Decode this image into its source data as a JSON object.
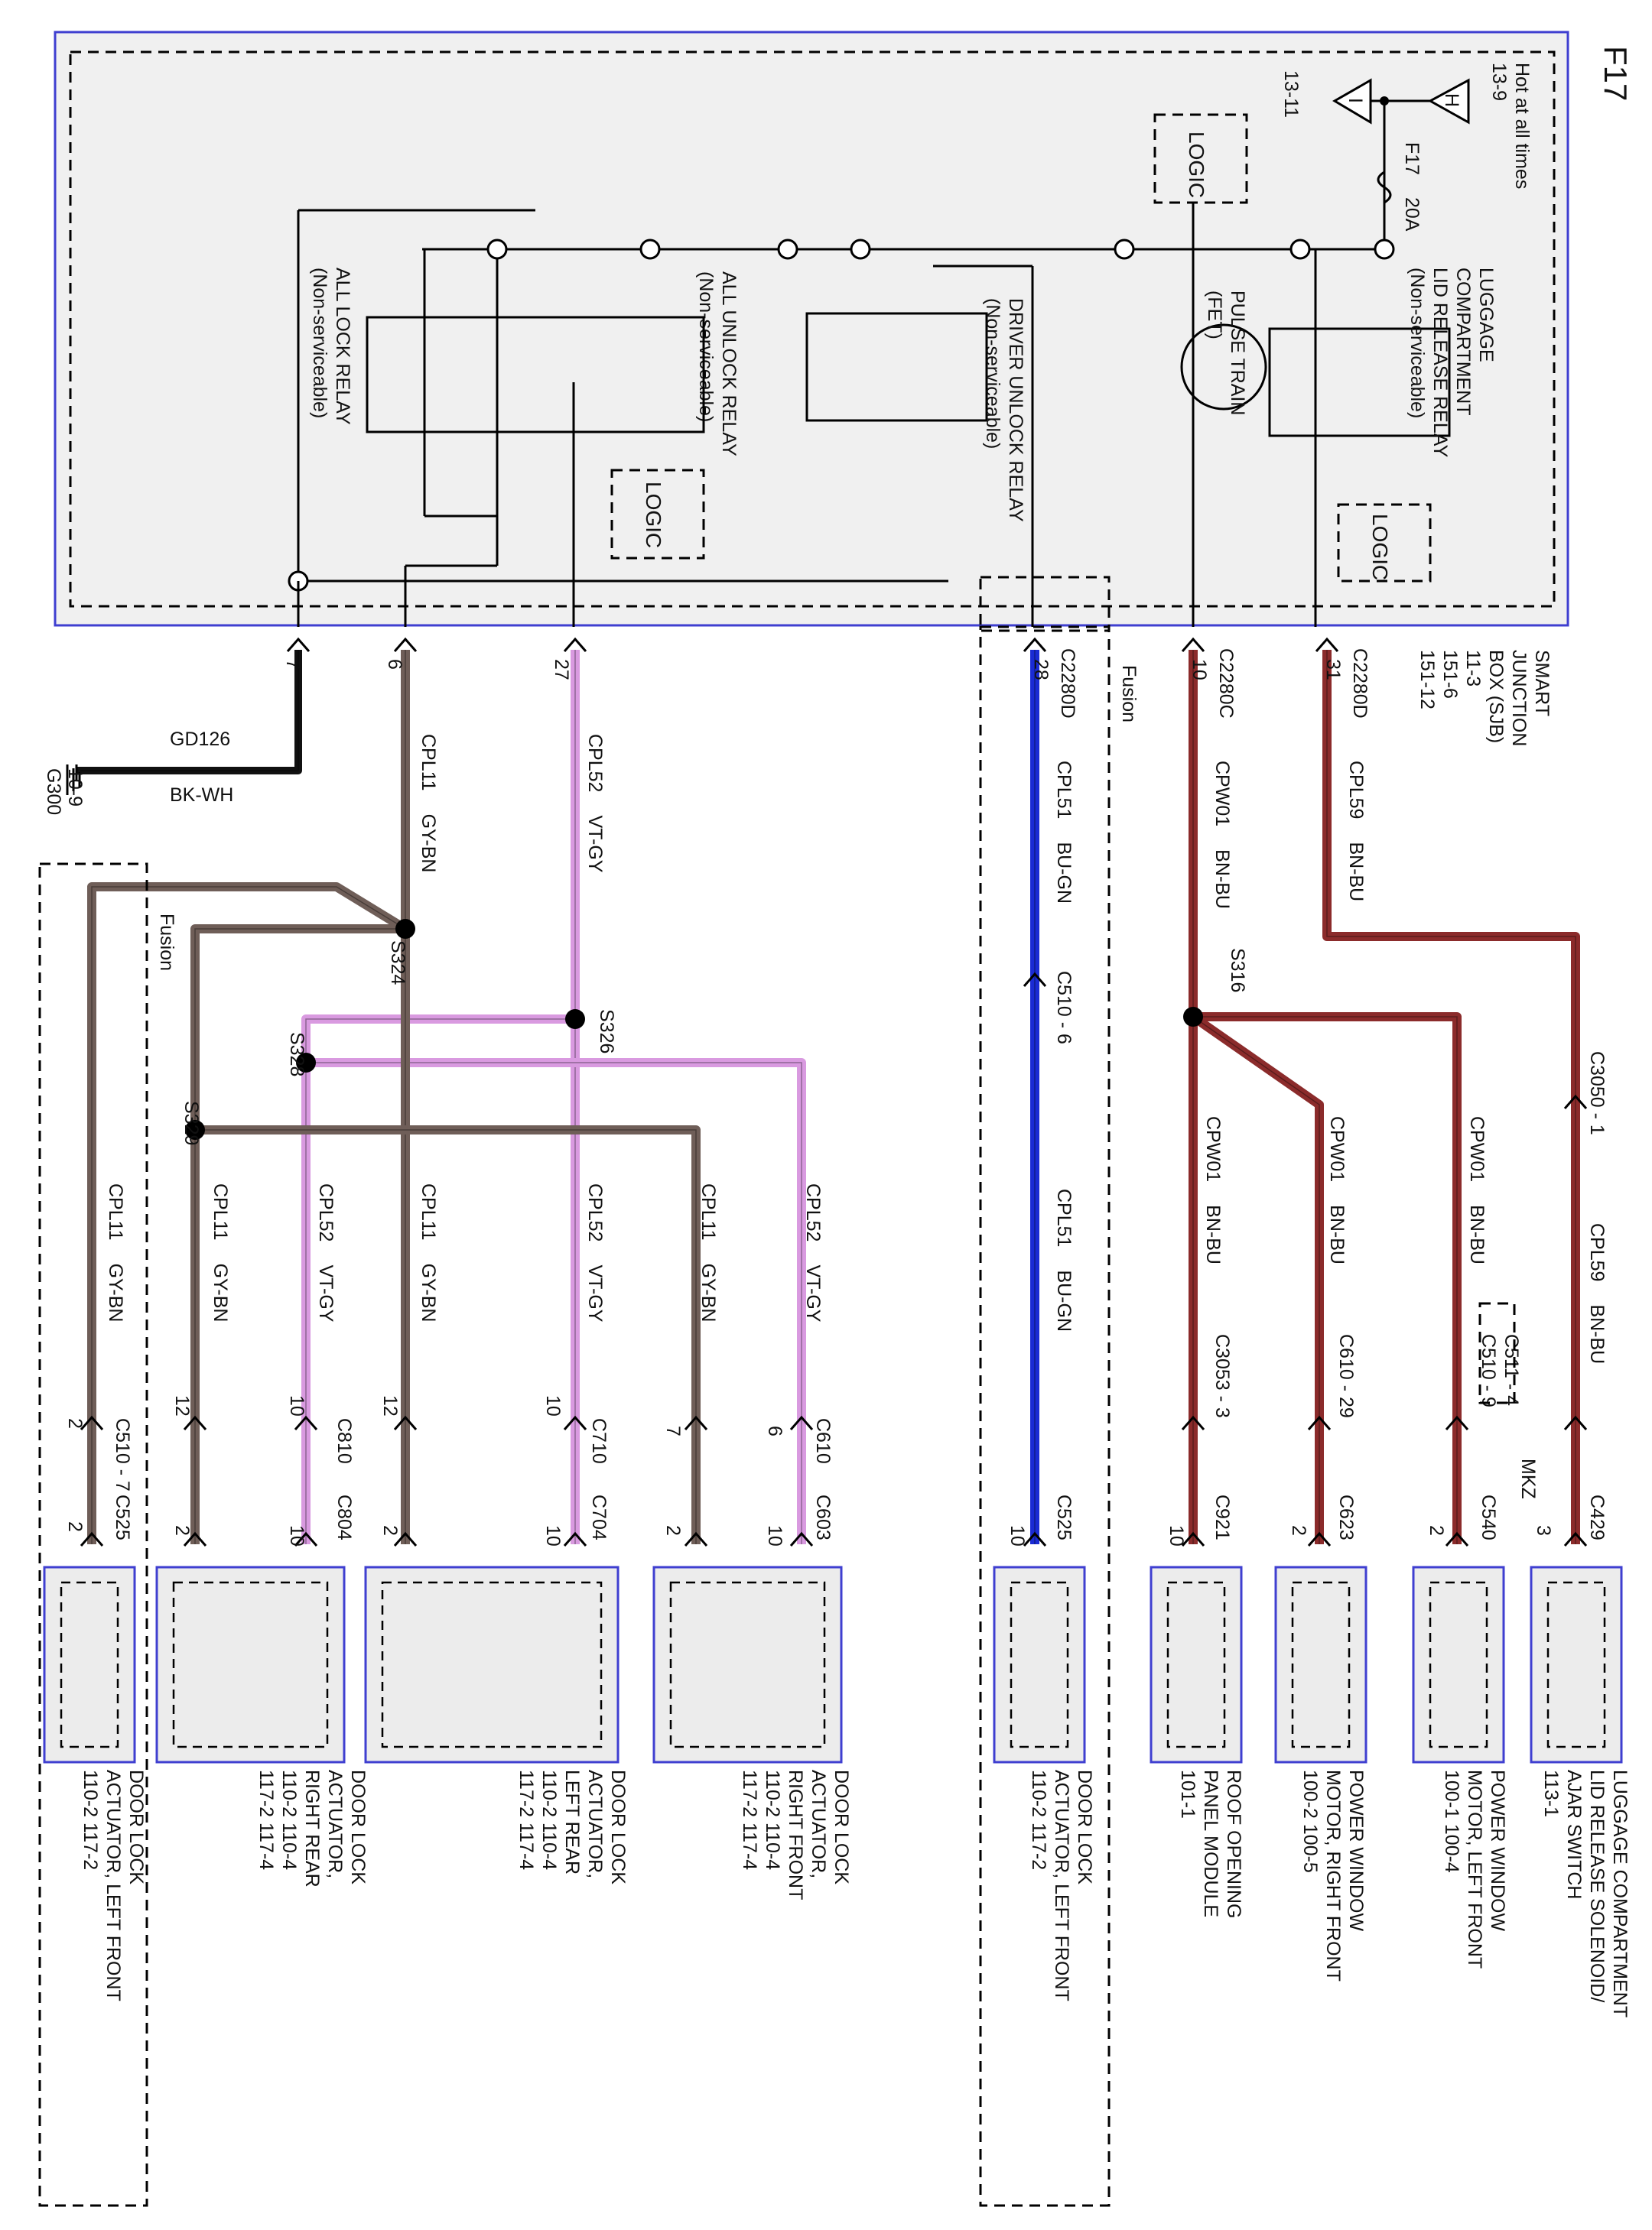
{
  "page": {
    "id": "F17"
  },
  "sjb": {
    "title_lines": [
      "SMART",
      "JUNCTION",
      "BOX (SJB)",
      "11-3",
      "151-6",
      "151-12"
    ],
    "power_label_lines": [
      "Hot at all times",
      "13-9"
    ],
    "power_symbol": "H",
    "ground_symbol": "I",
    "ground_ref": "13-11",
    "fuse_label": "F17",
    "fuse_rating": "20A",
    "logic_label": "LOGIC",
    "fusion_label": "Fusion"
  },
  "relays": [
    {
      "id": "luggage",
      "lines": [
        "LUGGAGE",
        "COMPARTMENT",
        "LID RELEASE RELAY",
        "(Non-serviceable)"
      ]
    },
    {
      "id": "pulse",
      "lines": [
        "PULSE TRAIN",
        "(FET)"
      ]
    },
    {
      "id": "driver_unlock",
      "lines": [
        "DRIVER UNLOCK RELAY",
        "(Non-serviceable)"
      ]
    },
    {
      "id": "all_unlock",
      "lines": [
        "ALL UNLOCK RELAY",
        "(Non-serviceable)"
      ]
    },
    {
      "id": "all_lock",
      "lines": [
        "ALL LOCK RELAY",
        "(Non-serviceable)"
      ]
    }
  ],
  "sjb_pins": [
    {
      "id": "p31",
      "connector": "C2280D",
      "pin": "31"
    },
    {
      "id": "p10",
      "connector": "C2280C",
      "pin": "10"
    },
    {
      "id": "p28",
      "connector": "C2280D",
      "pin": "28"
    },
    {
      "id": "p27",
      "connector": "",
      "pin": "27"
    },
    {
      "id": "p6",
      "connector": "",
      "pin": "6"
    },
    {
      "id": "p7",
      "connector": "",
      "pin": "7"
    }
  ],
  "wires": [
    {
      "id": "w_cpl59_a",
      "circuit": "CPL59",
      "color": "BN-BU"
    },
    {
      "id": "w_cpl59_b",
      "circuit": "CPL59",
      "color": "BN-BU"
    },
    {
      "id": "w_cpw01_a",
      "circuit": "CPW01",
      "color": "BN-BU"
    },
    {
      "id": "w_cpw01_b",
      "circuit": "CPW01",
      "color": "BN-BU"
    },
    {
      "id": "w_cpw01_c",
      "circuit": "CPW01",
      "color": "BN-BU"
    },
    {
      "id": "w_cpw01_d",
      "circuit": "CPW01",
      "color": "BN-BU"
    },
    {
      "id": "w_cpl51_a",
      "circuit": "CPL51",
      "color": "BU-GN"
    },
    {
      "id": "w_cpl51_b",
      "circuit": "CPL51",
      "color": "BU-GN"
    },
    {
      "id": "w_cpl52_a",
      "circuit": "CPL52",
      "color": "VT-GY"
    },
    {
      "id": "w_cpl52_b",
      "circuit": "CPL52",
      "color": "VT-GY"
    },
    {
      "id": "w_cpl52_c",
      "circuit": "CPL52",
      "color": "VT-GY"
    },
    {
      "id": "w_cpl52_d",
      "circuit": "CPL52",
      "color": "VT-GY"
    },
    {
      "id": "w_cpl11_a",
      "circuit": "CPL11",
      "color": "GY-BN"
    },
    {
      "id": "w_cpl11_b",
      "circuit": "CPL11",
      "color": "GY-BN"
    },
    {
      "id": "w_cpl11_c",
      "circuit": "CPL11",
      "color": "GY-BN"
    },
    {
      "id": "w_cpl11_d",
      "circuit": "CPL11",
      "color": "GY-BN"
    },
    {
      "id": "w_cpl11_e",
      "circuit": "CPL11",
      "color": "GY-BN"
    },
    {
      "id": "w_gd126",
      "circuit": "GD126",
      "color": "BK-WH"
    }
  ],
  "splices": [
    "S316",
    "S326",
    "S324",
    "S328",
    "S329"
  ],
  "inline_connectors": [
    "C3050 - 1",
    "C511 - 4",
    "C510 - 9",
    "MKZ",
    "C610 - 29",
    "C3053 - 3",
    "C510 - 6",
    "C610",
    "C710",
    "C810",
    "C510 - 7",
    "C429",
    "C540",
    "C623",
    "C921",
    "C525",
    "C603",
    "C704",
    "C804",
    "C525"
  ],
  "pin_numbers": [
    "3",
    "2",
    "2",
    "10",
    "10",
    "6",
    "7",
    "10",
    "12",
    "10",
    "12",
    "2",
    "10",
    "2",
    "10",
    "2",
    "10",
    "2",
    "2"
  ],
  "ground": {
    "id": "G300",
    "ref": "10-9"
  },
  "components": [
    {
      "id": "luggage_solenoid",
      "lines": [
        "LUGGAGE COMPARTMENT",
        "LID RELEASE SOLENOID/",
        "AJAR SWITCH",
        "113-1"
      ]
    },
    {
      "id": "pw_left_front",
      "lines": [
        "POWER WINDOW",
        "MOTOR, LEFT FRONT",
        "100-1    100-4"
      ]
    },
    {
      "id": "pw_right_front",
      "lines": [
        "POWER WINDOW",
        "MOTOR, RIGHT FRONT",
        "100-2  100-5"
      ]
    },
    {
      "id": "roof_module",
      "lines": [
        "ROOF OPENING",
        "PANEL MODULE",
        "101-1"
      ]
    },
    {
      "id": "dl_left_front_a",
      "lines": [
        "DOOR LOCK",
        "ACTUATOR, LEFT FRONT",
        "110-2    117-2"
      ]
    },
    {
      "id": "dl_right_front",
      "lines": [
        "DOOR LOCK",
        "ACTUATOR,",
        "RIGHT FRONT",
        "110-2      110-4",
        "117-2      117-4"
      ]
    },
    {
      "id": "dl_left_rear",
      "lines": [
        "DOOR LOCK",
        "ACTUATOR,",
        "LEFT REAR",
        "110-2      110-4",
        "117-2      117-4"
      ]
    },
    {
      "id": "dl_right_rear",
      "lines": [
        "DOOR LOCK",
        "ACTUATOR,",
        "RIGHT REAR",
        "110-2      110-4",
        "117-2      117-4"
      ]
    },
    {
      "id": "dl_left_front_b",
      "lines": [
        "DOOR LOCK",
        "ACTUATOR, LEFT FRONT",
        "110-2    117-2"
      ]
    }
  ],
  "colors": {
    "bn_bu": "#8b2b2b",
    "bu_gn": "#1a2bd4",
    "vt_gy": "#d99ae0",
    "gy_bn": "#6f5e58",
    "bk_wh": "#111111",
    "sjb_border": "#3f3fd0",
    "component_border": "#3f3fd0",
    "component_fill": "#ececec",
    "sjb_fill": "#f0f0f0"
  }
}
